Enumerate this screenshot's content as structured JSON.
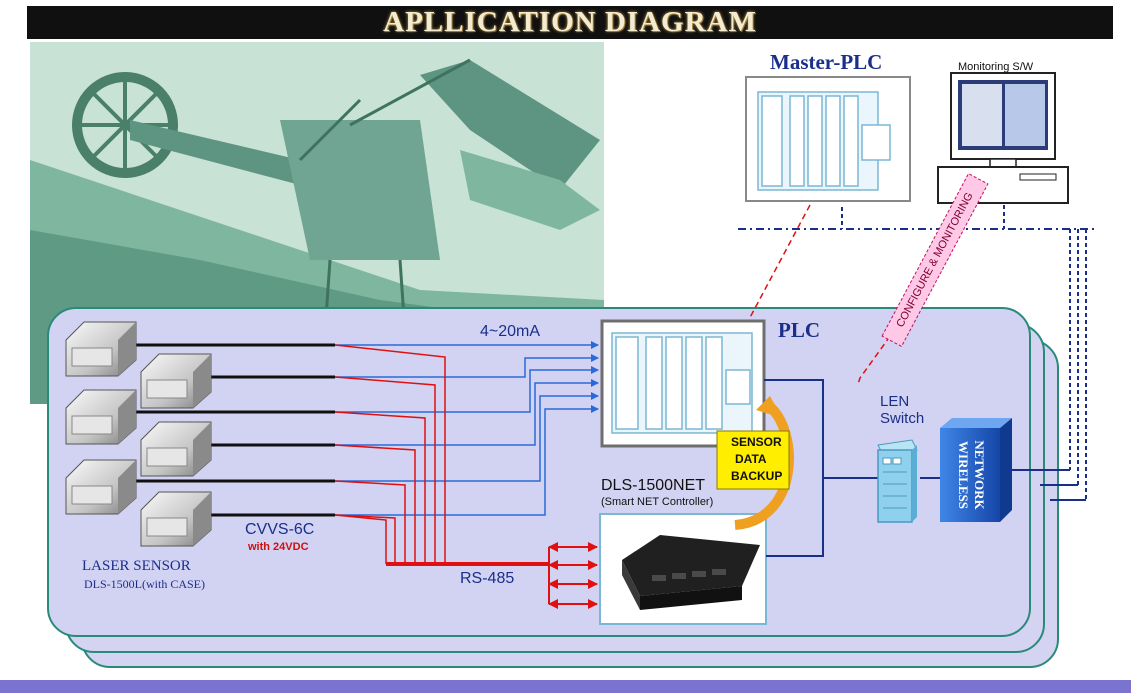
{
  "title": "APLLICATION DIAGRAM",
  "master_plc": {
    "label": "Master-PLC"
  },
  "monitoring": {
    "label": "Monitoring S/W"
  },
  "configure": {
    "label": "CONFIGURE & MONITORING"
  },
  "plc": {
    "label": "PLC"
  },
  "signal": {
    "label": "4~20mA"
  },
  "backup": {
    "line1": "SENSOR",
    "line2": "DATA",
    "line3": "BACKUP"
  },
  "controller": {
    "name": "DLS-1500NET",
    "sub": "(Smart NET Controller)"
  },
  "switch": {
    "line1": "LEN",
    "line2": "Switch"
  },
  "wireless": {
    "line1": "WIRELESS",
    "line2": "NETWORK"
  },
  "cable": {
    "name": "CVVS-6C",
    "sub": "with 24VDC"
  },
  "bus": {
    "label": "RS-485"
  },
  "sensor": {
    "name": "LASER SENSOR",
    "model": "DLS-1500L(with CASE)"
  },
  "colors": {
    "title_bg": "#101010",
    "panel": "#d2d2f2",
    "panel_border": "#2a8a7a",
    "rs485": "#e01010",
    "signal": "#2a6ad8",
    "navy": "#1a2f8a",
    "switch": "#8ed0ee",
    "wireless": "#1f5fc8",
    "backup": "#ffee00"
  }
}
